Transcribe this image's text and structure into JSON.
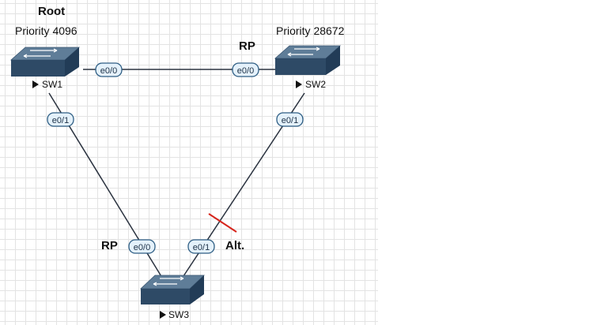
{
  "switches": [
    {
      "name": "SW1",
      "role": "Root",
      "priority": "Priority 4096"
    },
    {
      "name": "SW2",
      "priority": "Priority 28672"
    },
    {
      "name": "SW3"
    }
  ],
  "port_roles": {
    "sw2_e00": "RP",
    "sw3_e00": "RP",
    "sw3_e01": "Alt."
  },
  "ports": {
    "sw1_e00": "e0/0",
    "sw2_e00": "e0/0",
    "sw1_e01": "e0/1",
    "sw2_e01": "e0/1",
    "sw3_e00": "e0/0",
    "sw3_e01": "e0/1"
  },
  "links": [
    {
      "from": "SW1",
      "to": "SW2",
      "ports": [
        "e0/0",
        "e0/0"
      ]
    },
    {
      "from": "SW1",
      "to": "SW3",
      "ports": [
        "e0/1",
        "e0/0"
      ]
    },
    {
      "from": "SW2",
      "to": "SW3",
      "ports": [
        "e0/1",
        "e0/1"
      ],
      "blocked": true
    }
  ],
  "colors": {
    "switch_top": "#5f7d98",
    "switch_front": "#2e4a66",
    "link": "#2b3340",
    "port_fill": "#e4f1fb",
    "port_border": "#2e5e84",
    "blocked_mark": "#d6251c"
  }
}
